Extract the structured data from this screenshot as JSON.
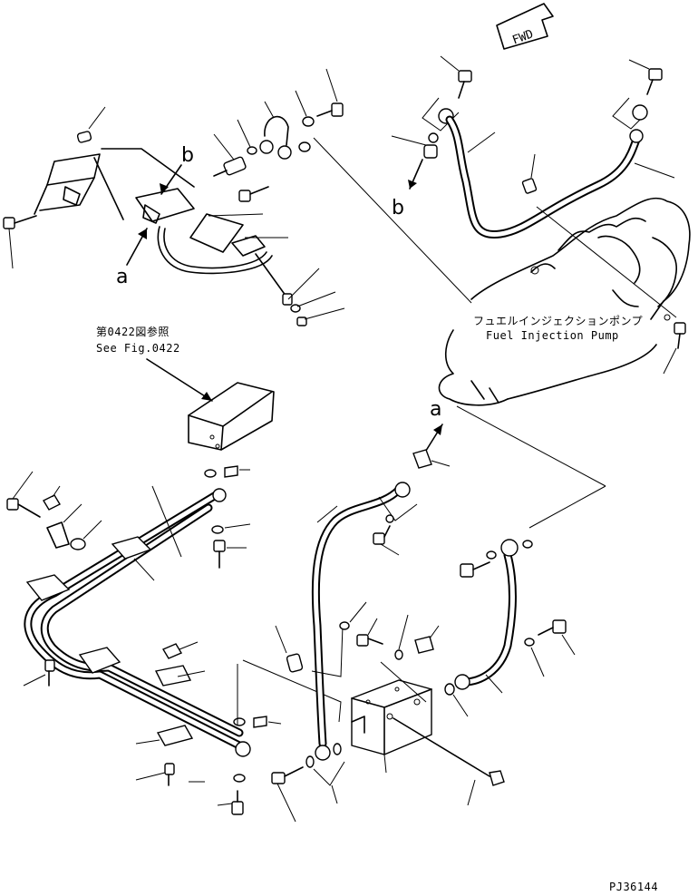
{
  "direction_tag": "FWD",
  "callouts": {
    "a": "a",
    "b": "b"
  },
  "reference_note": {
    "ja": "第0422図参照",
    "en": "See Fig.0422"
  },
  "pump_label": {
    "ja": "フュエルインジェクションポンプ",
    "en": "Fuel Injection Pump"
  },
  "drawing_code": "PJ36144"
}
